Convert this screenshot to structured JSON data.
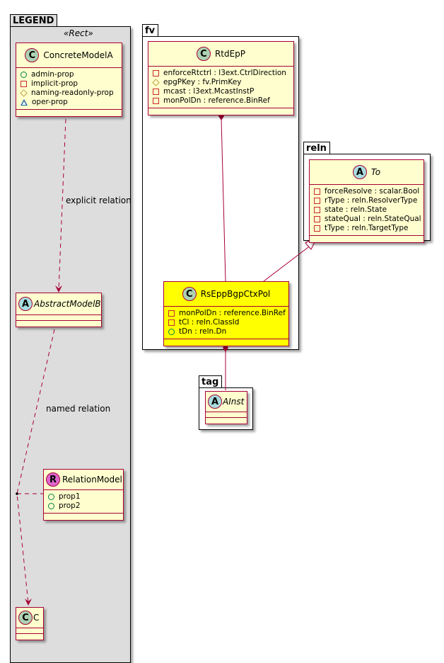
{
  "packages": {
    "legend": {
      "name": "LEGEND",
      "stereotype": "«Rect»"
    },
    "fv": {
      "name": "fv"
    },
    "reln": {
      "name": "reln"
    },
    "tag": {
      "name": "tag"
    }
  },
  "classes": {
    "concrete_model_a": {
      "badge": "C",
      "name": "ConcreteModelA",
      "attrs": [
        {
          "vis": "public",
          "text": "admin-prop"
        },
        {
          "vis": "private",
          "text": "implicit-prop"
        },
        {
          "vis": "protected",
          "text": "naming-readonly-prop"
        },
        {
          "vis": "package",
          "text": "oper-prop"
        }
      ]
    },
    "abstract_model_b": {
      "badge": "A",
      "name": "AbstractModelB"
    },
    "relation_model": {
      "badge": "R",
      "name": "RelationModel",
      "attrs": [
        {
          "vis": "public",
          "text": "prop1"
        },
        {
          "vis": "public",
          "text": "prop2"
        }
      ]
    },
    "c": {
      "badge": "C",
      "name": "C"
    },
    "rtd_ep_p": {
      "badge": "C",
      "name": "RtdEpP",
      "attrs": [
        {
          "vis": "private",
          "text": "enforceRtctrl : l3ext.CtrlDirection"
        },
        {
          "vis": "protected",
          "text": "epgPKey : fv.PrimKey"
        },
        {
          "vis": "private",
          "text": "mcast : l3ext.McastInstP"
        },
        {
          "vis": "private",
          "text": "monPolDn : reference.BinRef"
        }
      ]
    },
    "rs_epp_bgp_ctx_pol": {
      "badge": "C",
      "name": "RsEppBgpCtxPol",
      "attrs": [
        {
          "vis": "private",
          "text": "monPolDn : reference.BinRef"
        },
        {
          "vis": "private",
          "text": "tCl : reln.ClassId"
        },
        {
          "vis": "public",
          "text": "tDn : reln.Dn"
        }
      ]
    },
    "to": {
      "badge": "A",
      "name": "To",
      "attrs": [
        {
          "vis": "private",
          "text": "forceResolve : scalar.Bool"
        },
        {
          "vis": "private",
          "text": "rType : reln.ResolverType"
        },
        {
          "vis": "private",
          "text": "state : reln.State"
        },
        {
          "vis": "private",
          "text": "stateQual : reln.StateQual"
        },
        {
          "vis": "private",
          "text": "tType : reln.TargetType"
        }
      ]
    },
    "ainst": {
      "badge": "A",
      "name": "AInst"
    }
  },
  "relations": {
    "explicit": "explicit relation",
    "named": "named relation"
  },
  "colors": {
    "class_fill": "#FEFECE",
    "highlight_fill": "#FFFF00",
    "border": "#A80036",
    "legend_bg": "#DDDDDD"
  }
}
